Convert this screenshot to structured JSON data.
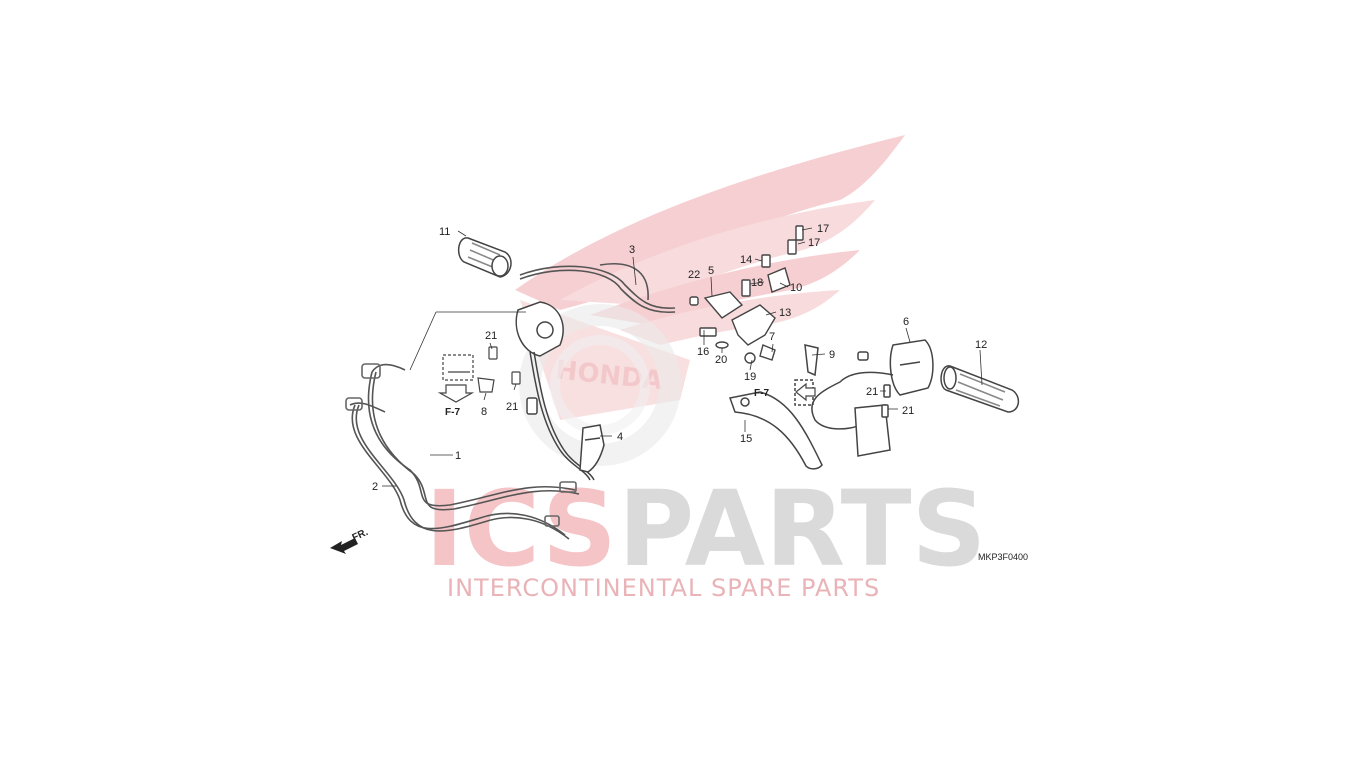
{
  "diagram": {
    "drawing_code": "MKP3F0400",
    "front_arrow": "FR.",
    "figure_refs": [
      "F-7",
      "F-7"
    ],
    "callouts": [
      "1",
      "2",
      "3",
      "4",
      "5",
      "6",
      "7",
      "8",
      "9",
      "10",
      "11",
      "12",
      "13",
      "14",
      "15",
      "16",
      "17",
      "17",
      "18",
      "19",
      "20",
      "21",
      "21",
      "21",
      "21",
      "22"
    ]
  },
  "watermark": {
    "brand_ics": "ICS",
    "brand_parts": "PARTS",
    "tagline": "INTERCONTINENTAL SPARE PARTS",
    "emblem_text": "HONDA",
    "colors": {
      "red": "#f2b9bd",
      "gray": "#d6d6d6"
    }
  }
}
